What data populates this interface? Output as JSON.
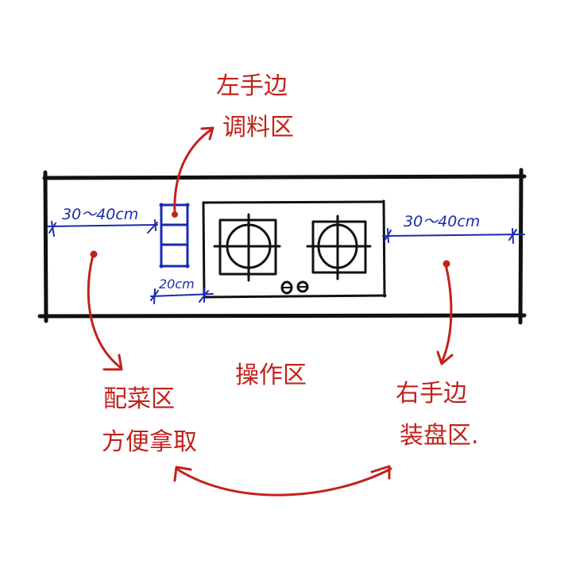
{
  "diagram": {
    "title": "Kitchen countertop zoning layout",
    "colors": {
      "outline": "#111111",
      "dimension": "#1a2bb0",
      "annotation": "#c2221b",
      "background": "#ffffff"
    },
    "labels": {
      "seasoning_zone": {
        "line1": "左手边",
        "line2": "调料区"
      },
      "prep_zone": {
        "line1": "配菜区",
        "line2": "方便拿取"
      },
      "operation_zone": {
        "line1": "操作区"
      },
      "plating_zone": {
        "line1": "右手边",
        "line2": "装盘区."
      }
    },
    "dimensions": {
      "left_clearance": "30～40cm",
      "right_clearance": "30～40cm",
      "rack_gap": "20cm"
    },
    "elements": {
      "countertop": "countertop",
      "cooktop": "gas-cooktop",
      "burners": [
        "left-burner",
        "right-burner"
      ],
      "knobs": [
        "left-knob",
        "right-knob"
      ],
      "spice_rack_shelves": 4
    }
  }
}
